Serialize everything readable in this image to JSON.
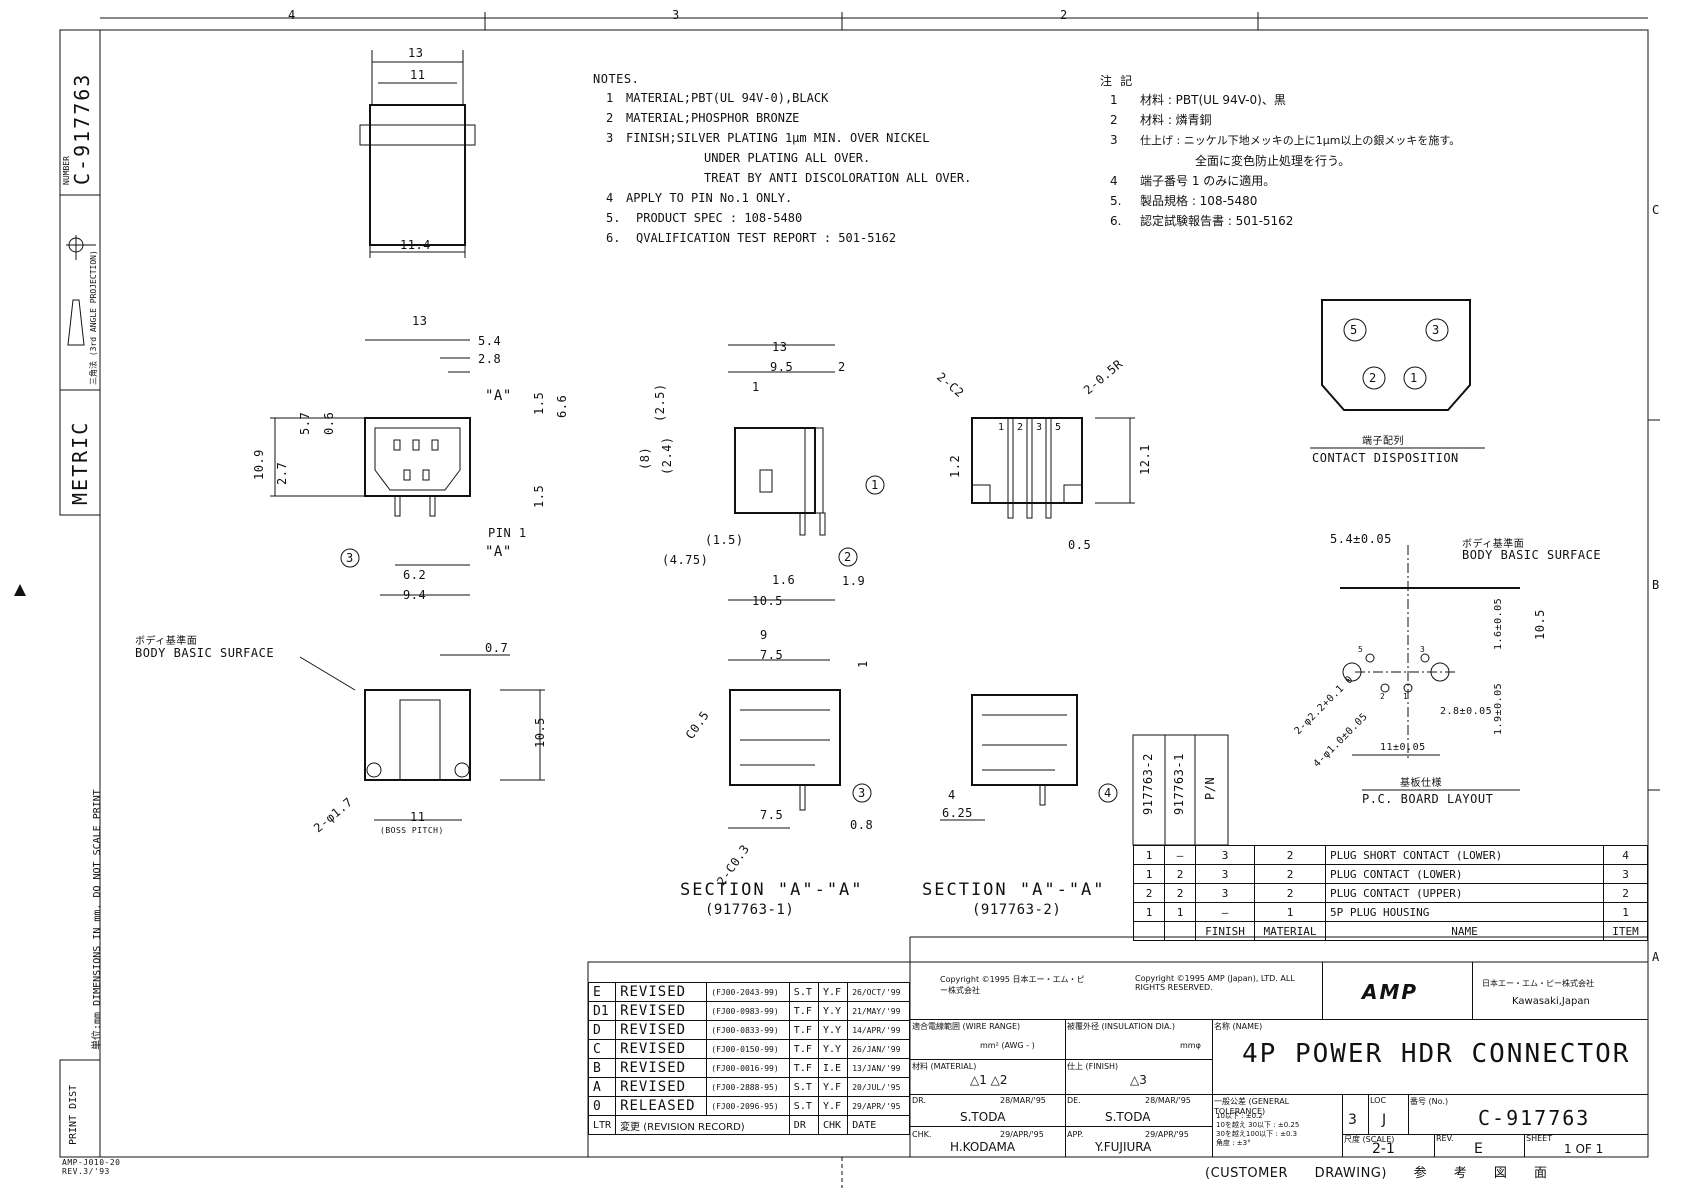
{
  "drawing_number": "C-917763",
  "number_label": "NUMBER",
  "projection": "三角法 (3rd ANGLE PROJECTION)",
  "metric": "METRIC",
  "dimensions_note": "単位:mm DIMENSIONS IN mm. DO NOT SCALE PRINT",
  "print_dist": "PRINT DIST",
  "form_no": "AMP-J010-20",
  "form_rev": "REV.3/'93",
  "zones_top": [
    "4",
    "3",
    "2"
  ],
  "zones_right": [
    "C",
    "B",
    "A"
  ],
  "notes": {
    "heading": "NOTES.",
    "items": [
      {
        "mark": "1",
        "text": "MATERIAL;PBT(UL 94V-0),BLACK"
      },
      {
        "mark": "2",
        "text": "MATERIAL;PHOSPHOR BRONZE"
      },
      {
        "mark": "3",
        "text": "FINISH;SILVER PLATING 1μm MIN. OVER NICKEL"
      },
      {
        "mark": "",
        "text": "UNDER PLATING  ALL OVER."
      },
      {
        "mark": "",
        "text": "TREAT BY ANTI DISCOLORATION ALL OVER."
      },
      {
        "mark": "4",
        "text": "APPLY TO PIN No.1 ONLY."
      },
      {
        "mark": "5.",
        "text": "PRODUCT SPEC : 108-5480"
      },
      {
        "mark": "6.",
        "text": "QVALIFICATION TEST REPORT : 501-5162"
      }
    ]
  },
  "notes_jp": {
    "heading": "注 記",
    "items": [
      {
        "mark": "1",
        "text": "材料 : PBT(UL 94V-0)、黒"
      },
      {
        "mark": "2",
        "text": "材料 : 燐青銅"
      },
      {
        "mark": "3",
        "text": "仕上げ : ニッケル下地メッキの上に1μm以上の銀メッキを施す。"
      },
      {
        "mark": "",
        "text": "全面に変色防止処理を行う。"
      },
      {
        "mark": "4",
        "text": "端子番号 1 のみに適用。"
      },
      {
        "mark": "5.",
        "text": "製品規格 : 108-5480"
      },
      {
        "mark": "6.",
        "text": "認定試験報告書 : 501-5162"
      }
    ]
  },
  "contact_disposition": {
    "jp": "端子配列",
    "en": "CONTACT DISPOSITION",
    "pins": [
      "5",
      "3",
      "2",
      "1"
    ]
  },
  "pcb": {
    "jp_surface": "ボディ基準面",
    "en_surface": "BODY BASIC SURFACE",
    "jp": "基板仕様",
    "en": "P.C. BOARD LAYOUT",
    "dims": [
      "5.4±0.05",
      "10.5",
      "1.6±0.05",
      "2.8±0.05",
      "1.9±0.05",
      "11±0.05",
      "2-φ2.2+0.1 0",
      "4-φ1.0±0.05"
    ],
    "pin_labels": [
      "5",
      "3",
      "2",
      "1"
    ]
  },
  "dims": {
    "top_view": [
      "13",
      "11",
      "11.4"
    ],
    "front_view": [
      "13",
      "5.4",
      "2.8",
      "\"A\"",
      "1.5",
      "6.6",
      "5.7",
      "0.6",
      "10.9",
      "2.7",
      "1.5",
      "PIN 1",
      "\"A\"",
      "6.2",
      "9.4",
      "3"
    ],
    "side_view": [
      "13",
      "9.5",
      "2",
      "1",
      "(2.5)",
      "(8)",
      "(2.4)",
      "(1.5)",
      "(4.75)",
      "1.6",
      "10.5",
      "1.9",
      "1",
      "2"
    ],
    "end_view": [
      "2-C2",
      "2-0.5R",
      "1",
      "2",
      "3",
      "5",
      "1.2",
      "12.1",
      "0.5"
    ],
    "bottom_view": [
      "ボディ基準面",
      "BODY BASIC SURFACE",
      "0.7",
      "10.5",
      "2-φ1.7",
      "11",
      "(BOSS PITCH)"
    ],
    "section1": [
      "9",
      "7.5",
      "1",
      "C0.5",
      "7.5",
      "0.8",
      "2-C0.3",
      "3"
    ],
    "section2": [
      "4",
      "6.25",
      "4"
    ]
  },
  "sections": [
    {
      "title": "SECTION \"A\"-\"A\"",
      "sub": "(917763-1)"
    },
    {
      "title": "SECTION \"A\"-\"A\"",
      "sub": "(917763-2)"
    }
  ],
  "parts_table": {
    "col_headers": [
      "917763-2",
      "917763-1",
      "P/N"
    ],
    "rows": [
      {
        "c2": "1",
        "c1": "—",
        "finish": "3",
        "material": "2",
        "name": "PLUG SHORT CONTACT (LOWER)",
        "item": "4"
      },
      {
        "c2": "1",
        "c1": "2",
        "finish": "3",
        "material": "2",
        "name": "PLUG CONTACT (LOWER)",
        "item": "3"
      },
      {
        "c2": "2",
        "c1": "2",
        "finish": "3",
        "material": "2",
        "name": "PLUG CONTACT (UPPER)",
        "item": "2"
      },
      {
        "c2": "1",
        "c1": "1",
        "finish": "—",
        "material": "1",
        "name": "5P PLUG HOUSING",
        "item": "1"
      }
    ],
    "footer": {
      "finish": "FINISH",
      "material": "MATERIAL",
      "name": "NAME",
      "item": "ITEM"
    }
  },
  "revisions": {
    "rows": [
      {
        "ltr": "E",
        "desc": "REVISED",
        "ecn": "(FJ00-2043-99)",
        "dr": "S.T",
        "chk": "Y.F",
        "date": "26/OCT/'99"
      },
      {
        "ltr": "D1",
        "desc": "REVISED",
        "ecn": "(FJ00-0983-99)",
        "dr": "T.F",
        "chk": "Y.Y",
        "date": "21/MAY/'99"
      },
      {
        "ltr": "D",
        "desc": "REVISED",
        "ecn": "(FJ00-0833-99)",
        "dr": "T.F",
        "chk": "Y.Y",
        "date": "14/APR/'99"
      },
      {
        "ltr": "C",
        "desc": "REVISED",
        "ecn": "(FJ00-0150-99)",
        "dr": "T.F",
        "chk": "Y.Y",
        "date": "26/JAN/'99"
      },
      {
        "ltr": "B",
        "desc": "REVISED",
        "ecn": "(FJ00-0016-99)",
        "dr": "T.F",
        "chk": "I.E",
        "date": "13/JAN/'99"
      },
      {
        "ltr": "A",
        "desc": "REVISED",
        "ecn": "(FJ00-2888-95)",
        "dr": "S.T",
        "chk": "Y.F",
        "date": "20/JUL/'95"
      },
      {
        "ltr": "0",
        "desc": "RELEASED",
        "ecn": "(FJ00-2096-95)",
        "dr": "S.T",
        "chk": "Y.F",
        "date": "29/APR/'95"
      }
    ],
    "footer": {
      "ltr": "LTR",
      "desc": "変更 (REVISION RECORD)",
      "dr": "DR",
      "chk": "CHK",
      "date": "DATE"
    }
  },
  "title_block": {
    "copyright1": "Copyright ©1995 日本エー・エム・ピー株式会社",
    "copyright2": "Copyright ©1995 AMP (Japan), LTD. ALL RIGHTS RESERVED.",
    "logo": "AMP",
    "company_jp": "日本エー・エム・ピー株式会社",
    "location": "Kawasaki,Japan",
    "wire_range": "適合電線範囲 (WIRE RANGE)",
    "wire_unit": "mm² (AWG - )",
    "insulation": "被覆外径 (INSULATION DIA.)",
    "insulation_unit": "mmφ",
    "material_label": "材料 (MATERIAL)",
    "finish_label": "仕上 (FINISH)",
    "name_label": "名称 (NAME)",
    "name": "4P POWER HDR CONNECTOR",
    "tolerance_label": "一般公差 (GENERAL TOLERANCE)",
    "tolerances": [
      "10以下 : ±0.2",
      "10を越え 30以下 : ±0.25",
      "30を越え100以下 : ±0.3",
      "角度 : ±3°"
    ],
    "size": "3",
    "loc_label": "LOC",
    "loc": "J",
    "no_label": "番号 (No.)",
    "number": "C-917763",
    "dr_label": "DR.",
    "dr_name": "S.TODA",
    "dr_date": "28/MAR/'95",
    "de_label": "DE.",
    "de_name": "S.TODA",
    "de_date": "28/MAR/'95",
    "chk_label": "CHK.",
    "chk_name": "H.KODAMA",
    "chk_date": "29/APR/'95",
    "app_label": "APP.",
    "app_name": "Y.FUJIURA",
    "app_date": "29/APR/'95",
    "scale_label": "尺度 (SCALE)",
    "scale": "2-1",
    "rev_label": "REV.",
    "rev": "E",
    "sheet_label": "SHEET",
    "sheet": "1 OF 1",
    "customer": "(CUSTOMER DRAWING) 参 考 図 面"
  }
}
